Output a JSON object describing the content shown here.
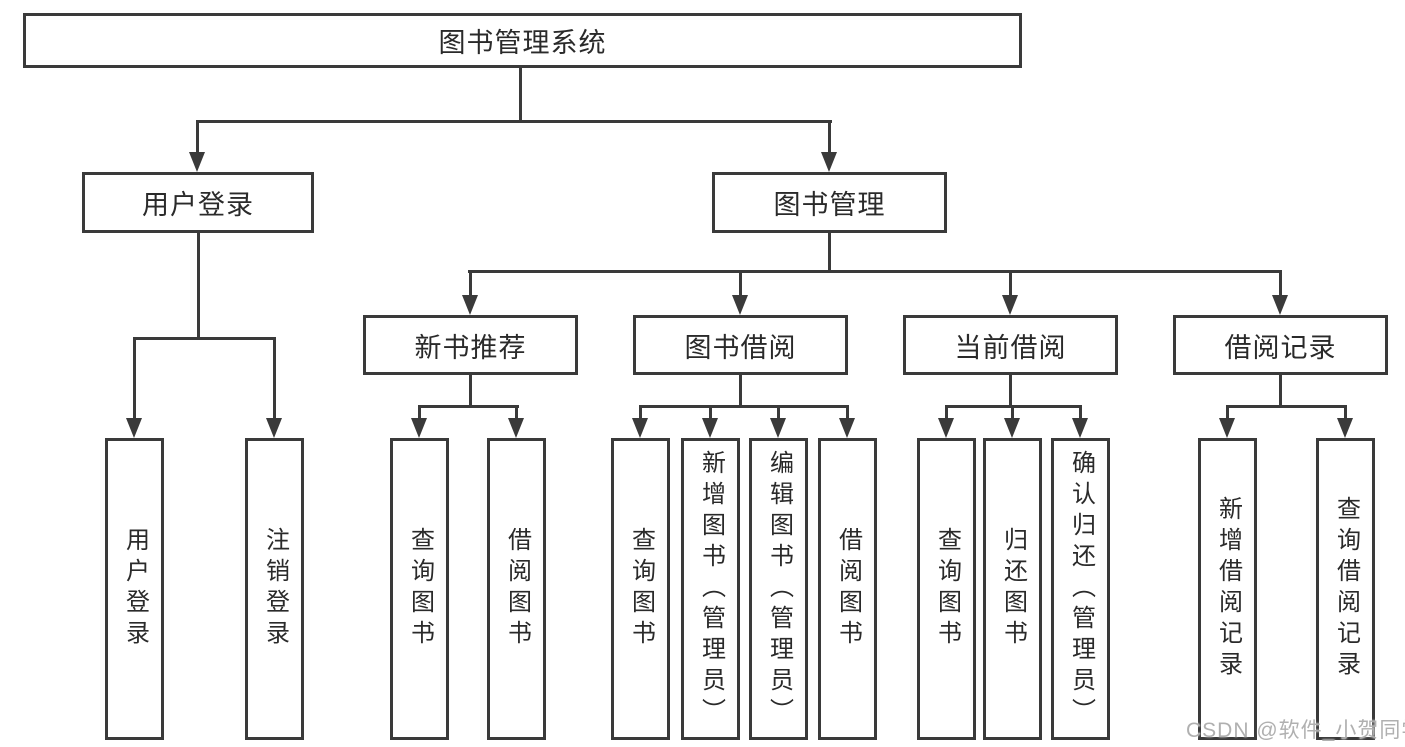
{
  "diagram_title": "图书管理系统",
  "nodes": {
    "root": {
      "label": "图书管理系统"
    },
    "user_login_branch": {
      "label": "用户登录"
    },
    "book_management": {
      "label": "图书管理"
    },
    "new_book_recommend": {
      "label": "新书推荐"
    },
    "book_borrowing": {
      "label": "图书借阅"
    },
    "current_borrowing": {
      "label": "当前借阅"
    },
    "borrowing_records": {
      "label": "借阅记录"
    },
    "leaf_user_login": {
      "label": "用户登录"
    },
    "leaf_logout": {
      "label": "注销登录"
    },
    "leaf_nbr_query_books": {
      "label": "查询图书"
    },
    "leaf_nbr_borrow_books": {
      "label": "借阅图书"
    },
    "leaf_bb_query_books": {
      "label": "查询图书"
    },
    "leaf_bb_add_books": {
      "label": "新增图书（管理员）"
    },
    "leaf_bb_edit_books": {
      "label": "编辑图书（管理员）"
    },
    "leaf_bb_borrow_books": {
      "label": "借阅图书"
    },
    "leaf_cb_query_books": {
      "label": "查询图书"
    },
    "leaf_cb_return_books": {
      "label": "归还图书"
    },
    "leaf_cb_confirm_return": {
      "label": "确认归还（管理员）"
    },
    "leaf_br_add_record": {
      "label": "新增借阅记录"
    },
    "leaf_br_query_record": {
      "label": "查询借阅记录"
    }
  },
  "watermark": {
    "text": "CSDN @软件_小贺同学"
  },
  "colors": {
    "line": "#3a3a3a",
    "text": "#2a2a2a",
    "watermark": "#acacac",
    "background": "#ffffff"
  }
}
